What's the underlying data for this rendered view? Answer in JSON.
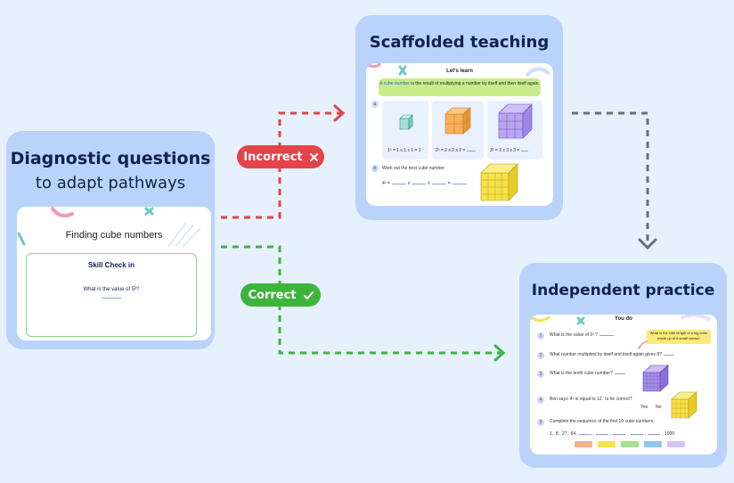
{
  "colors": {
    "background": "#e6f1fd",
    "card": "#b9d3fb",
    "incorrect": "#e3434a",
    "correct": "#3db53d",
    "flow_gray": "#6b6f78",
    "title": "#12224a"
  },
  "diagnostic": {
    "title": "Diagnostic questions",
    "subtitle": "to adapt pathways",
    "preview_heading": "Finding cube numbers",
    "box_title": "Skill Check in",
    "question": "What is the value of 5³?"
  },
  "incorrect": {
    "label": "Incorrect",
    "icon": "cross-icon"
  },
  "correct": {
    "label": "Correct",
    "icon": "check-icon"
  },
  "scaffolded": {
    "title": "Scaffolded teaching",
    "heading": "Let's learn",
    "definition_keyword": "A cube number",
    "definition_rest": " is the result of multiplying a number by itself and then itself again.",
    "eq1": "1³ = 1 x 1 x 1 = 1",
    "eq2": "2³ = 2 x 2 x 2 =",
    "eq3": "3³ = 3 x 3 x 3 =",
    "task": "Work out the next cube number.",
    "eq4": "4³ =",
    "times": "x",
    "eq_sign": "="
  },
  "independent": {
    "title": "Independent practice",
    "heading": "You do",
    "q1": "What is the value of 3³ ?",
    "callout": "What is the side length of a big cube made up of 8 small cubes?",
    "q2": "What number multiplied by itself and itself again gives 8?",
    "q3": "What is the tenth cube number?",
    "q4": "Ben says '4³ is equal to 12.' Is he correct?",
    "yes": "Yes",
    "no": "No",
    "q5": "Complete the sequence of the first 10 cube numbers.",
    "seq_1": "1,",
    "seq_8": "8,",
    "seq_27": "27,",
    "seq_64": "64,",
    "seq_last": "1000"
  }
}
